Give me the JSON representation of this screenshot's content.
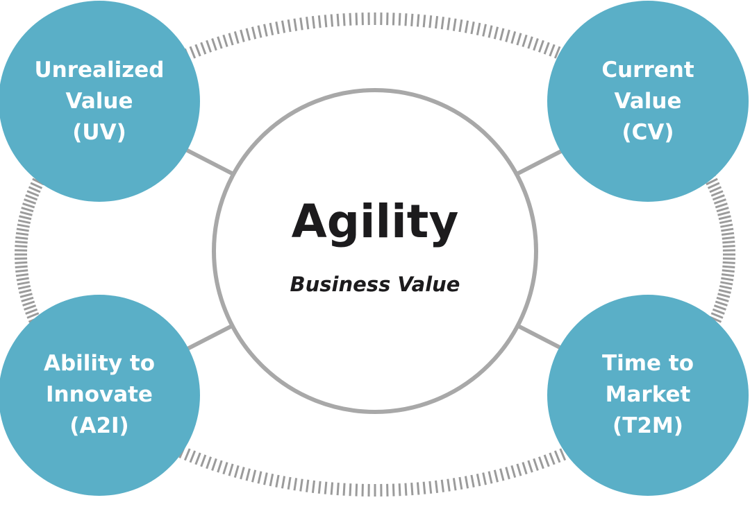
{
  "diagram": {
    "center": {
      "title": "Agility",
      "subtitle": "Business Value"
    },
    "nodes": [
      {
        "id": "uv",
        "lines": [
          "Unrealized",
          "Value",
          "(UV)"
        ]
      },
      {
        "id": "cv",
        "lines": [
          "Current",
          "Value",
          "(CV)"
        ]
      },
      {
        "id": "a2i",
        "lines": [
          "Ability to",
          "Innovate",
          "(A2I)"
        ]
      },
      {
        "id": "t2m",
        "lines": [
          "Time to",
          "Market",
          "(T2M)"
        ]
      }
    ],
    "colors": {
      "node_fill": "#5aafc7",
      "node_text": "#ffffff",
      "center_fill": "#ffffff",
      "center_stroke": "#a8a8a8",
      "connector": "#a8a8a8",
      "ring_ticks": "#9b9b9b",
      "title_text": "#1c1b1d"
    }
  }
}
